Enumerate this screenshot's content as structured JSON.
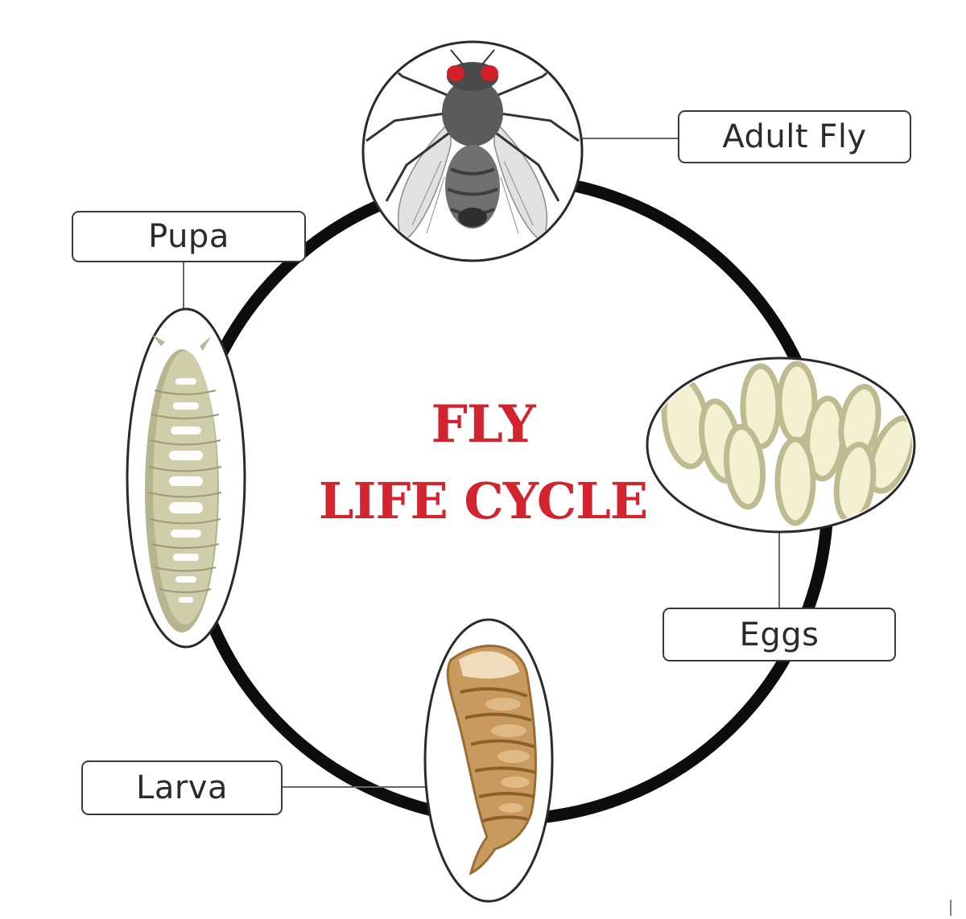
{
  "title": {
    "line1": "FLY",
    "line2": "LIFE CYCLE"
  },
  "stages": {
    "adult": "Adult Fly",
    "eggs": "Eggs",
    "larva": "Larva",
    "pupa": "Pupa"
  },
  "colors": {
    "title": "#d2232e",
    "cycle_ring": "#0d0d0d",
    "egg_fill": "#f3f1d2",
    "egg_shadow": "#bdbb8f",
    "larva_fill": "#c99a5e",
    "pupa_fill": "#c9c8a3"
  },
  "icons": [
    "adult-fly-icon",
    "eggs-icon",
    "larva-icon",
    "pupa-icon"
  ]
}
